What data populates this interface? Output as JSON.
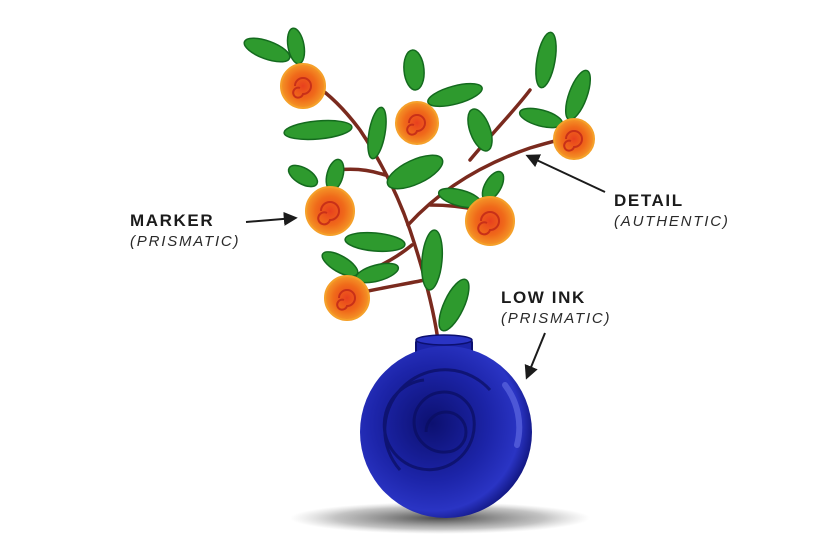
{
  "annotations": {
    "marker": {
      "title": "MARKER",
      "subtitle": "(PRISMATIC)"
    },
    "detail": {
      "title": "DETAIL",
      "subtitle": "(AUTHENTIC)"
    },
    "low_ink": {
      "title": "LOW INK",
      "subtitle": "(PRISMATIC)"
    }
  },
  "colors": {
    "vase": "#1c24a8",
    "vase_dark": "#0c1070",
    "stem": "#7a2a1e",
    "leaf": "#2e9a2e",
    "leaf_dark": "#146a1e",
    "fruit": "#f08a1a",
    "fruit_inner": "#e8401e",
    "shadow": "#3a3a3a",
    "arrow": "#1b1b1b"
  }
}
